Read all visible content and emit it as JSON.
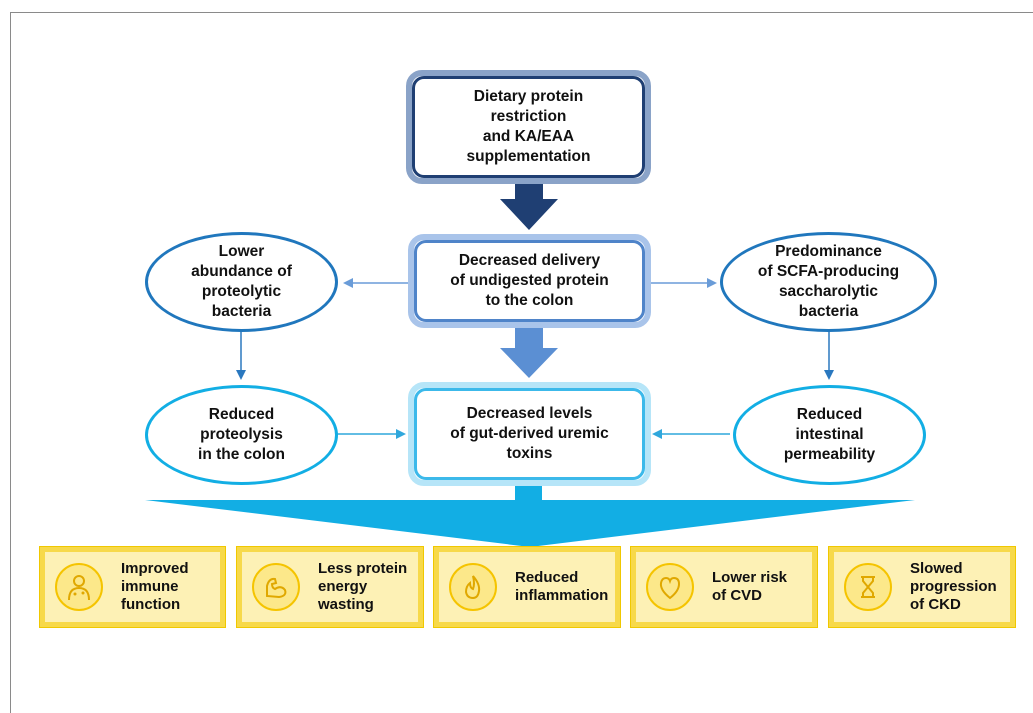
{
  "boxes": {
    "top": "Dietary protein\nrestriction\nand KA/EAA\nsupplementation",
    "middle": "Decreased delivery\nof undigested protein\nto the colon",
    "bottom": "Decreased levels\nof gut-derived uremic\ntoxins"
  },
  "ellipses": {
    "left_top": "Lower\nabundance of\nproteolytic\nbacteria",
    "left_bottom": "Reduced\nproteolysis\nin the colon",
    "right_top": "Predominance\nof SCFA-producing\nsaccharolytic\nbacteria",
    "right_bottom": "Reduced\nintestinal\npermeability"
  },
  "outcomes": [
    {
      "label": "Improved\nimmune\nfunction",
      "icon": "immune-body-icon"
    },
    {
      "label": "Less protein\nenergy\nwasting",
      "icon": "muscle-arm-icon"
    },
    {
      "label": "Reduced\ninflammation",
      "icon": "flame-icon"
    },
    {
      "label": "Lower risk\nof CVD",
      "icon": "heart-icon"
    },
    {
      "label": "Slowed\nprogression\nof CKD",
      "icon": "hourglass-icon"
    }
  ],
  "colors": {
    "dark_navy": "#1f3f73",
    "mid_blue": "#4f84c9",
    "light_blue": "#63c6ee",
    "cyan": "#12aee4",
    "ellipse_blue": "#2077bd",
    "yellow": "#f7d94a"
  }
}
